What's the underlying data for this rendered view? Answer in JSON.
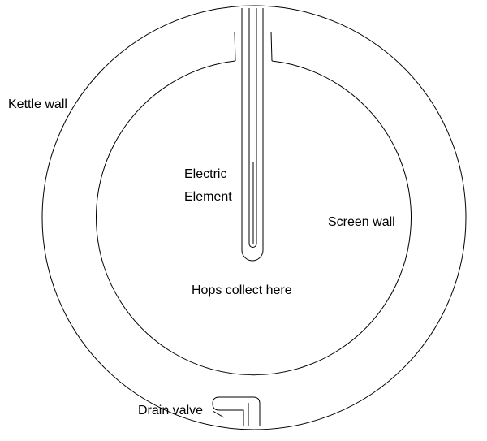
{
  "labels": {
    "kettle_wall": "Kettle wall",
    "electric_element_line1": "Electric",
    "electric_element_line2": "Element",
    "screen_wall": "Screen wall",
    "hops_collect": "Hops collect here",
    "drain_valve": "Drain valve"
  },
  "colors": {
    "stroke": "#000000",
    "background": "#ffffff"
  }
}
